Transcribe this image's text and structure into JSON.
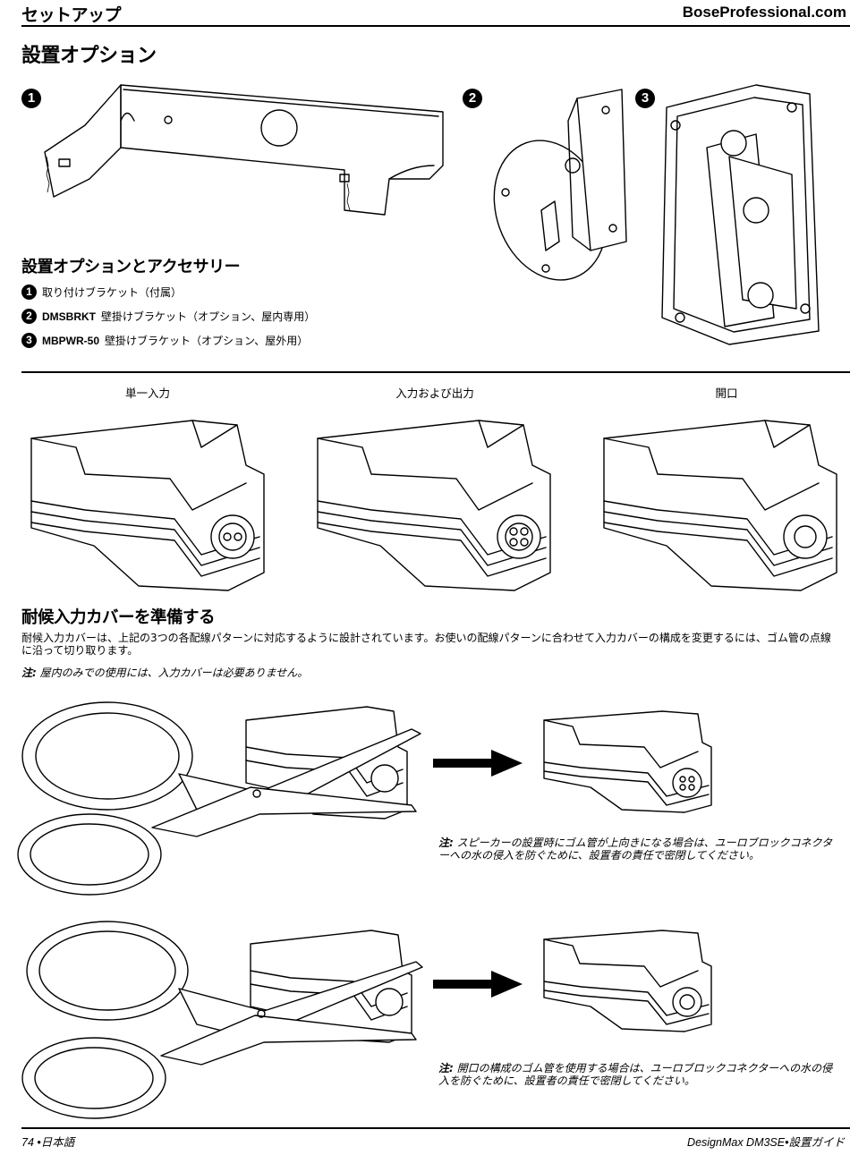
{
  "header": {
    "section": "セットアップ",
    "site": "BoseProfessional.com"
  },
  "page_title": "設置オプション",
  "illustrations": {
    "badges": [
      "1",
      "2",
      "3"
    ]
  },
  "accessories": {
    "heading": "設置オプションとアクセサリー",
    "items": [
      {
        "badge": "1",
        "model": "",
        "text": "取り付けブラケット（付属）"
      },
      {
        "badge": "2",
        "model": "DMSBRKT",
        "text": "壁掛けブラケット（オプション、屋内専用）"
      },
      {
        "badge": "3",
        "model": "MBPWR-50",
        "text": "壁掛けブラケット（オプション、屋外用）"
      }
    ]
  },
  "wiring_labels": [
    "単一入力",
    "入力および出力",
    "開口"
  ],
  "cover_section": {
    "heading": "耐候入力カバーを準備する",
    "body": "耐候入力カバーは、上記の3つの各配線パターンに対応するように設計されています。お使いの配線パターンに合わせて入力カバーの構成を変更するには、ゴム管の点線に沿って切り取ります。",
    "note_label": "注:",
    "note_text": "屋内のみでの使用には、入力カバーは必要ありません。",
    "step1_note_label": "注:",
    "step1_note_text": "スピーカーの設置時にゴム管が上向きになる場合は、ユーロブロックコネクターへの水の侵入を防ぐために、設置者の責任で密閉してください。",
    "step2_note_label": "注:",
    "step2_note_text": "開口の構成のゴム管を使用する場合は、ユーロブロックコネクターへの水の侵入を防ぐために、設置者の責任で密閉してください。"
  },
  "footer": {
    "left": "74 •日本語",
    "right": "DesignMax DM3SE•設置ガイド"
  }
}
